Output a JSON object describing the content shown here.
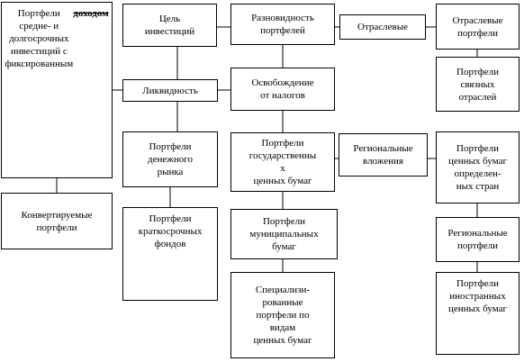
{
  "boxes": {
    "b1": "Портфели\nсредне- и\nдолгосрочных\nинвестиций с\nфиксированным",
    "b1_tail": "доходом",
    "b2": "Конвертируемые\nпортфели",
    "b3": "Цель\nинвестиций",
    "b4": "Ликвидность",
    "b5": "Портфели\nденежного\nрынка",
    "b6": "Портфели\nкраткосрочных\nфондов",
    "b7": "Разновидность\nпортфелей",
    "b8": "Освобождение\nот налогов",
    "b9": "Портфели\nгосударственны\nх\nценных бумаг",
    "b10": "Портфели\nмуниципальных\nбумаг",
    "b11": "Специализи-\nрованные\nпортфели по\nвидам\nценных бумаг",
    "b12": "Отраслевые",
    "b13": "Региональные\nвложения",
    "b14": "Отраслевые\nпортфели",
    "b15": "Портфели\nсвязных\nотраслей",
    "b16": "Портфели\nценных бумаг\nопределен-\nных стран",
    "b17": "Региональные\nпортфели",
    "b18": "Портфели\nиностранных\nценных бумаг"
  }
}
